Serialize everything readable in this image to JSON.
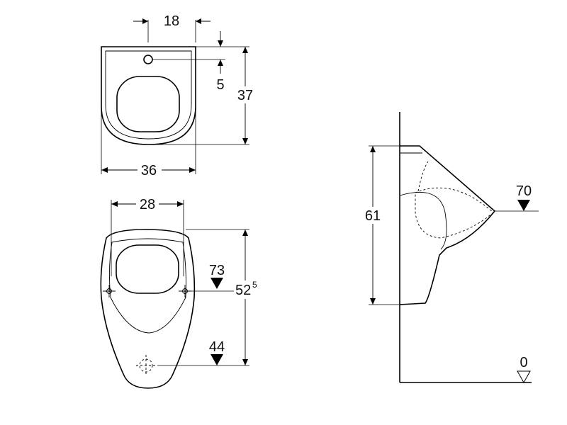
{
  "top_view": {
    "dims": {
      "width_tap": "18",
      "tap_offset": "5",
      "depth": "37",
      "width": "36"
    }
  },
  "front_view": {
    "dims": {
      "inner_width": "28",
      "height_main": "52",
      "height_sup": "5",
      "level_upper": "73",
      "level_lower": "44"
    }
  },
  "side_view": {
    "dims": {
      "height": "61",
      "level_rim": "70",
      "level_floor": "0"
    }
  },
  "colors": {
    "line": "#000000",
    "background": "#ffffff"
  }
}
